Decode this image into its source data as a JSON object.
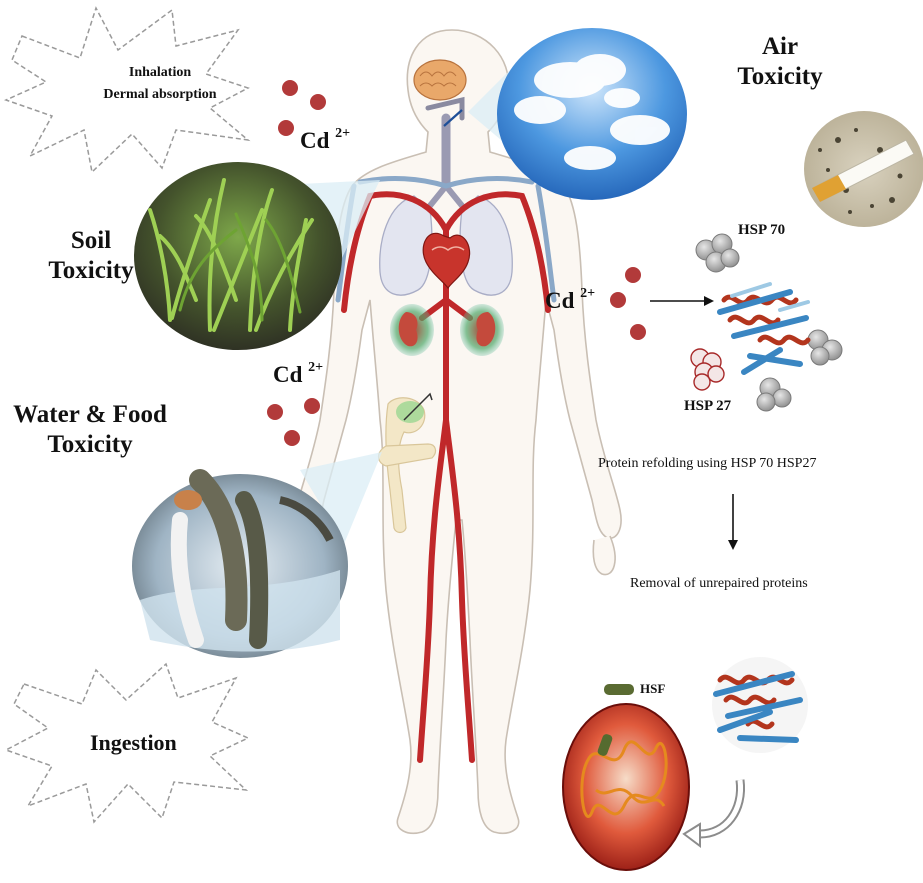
{
  "exposure_routes": {
    "inhalation": "Inhalation",
    "dermal": "Dermal absorption",
    "ingestion": "Ingestion"
  },
  "toxicity_sources": {
    "air_line1": "Air",
    "air_line2": "Toxicity",
    "soil_line1": "Soil",
    "soil_line2": "Toxicity",
    "water_line1": "Water & Food",
    "water_line2": "Toxicity"
  },
  "cadmium": {
    "symbol": "Cd",
    "charge": "2+"
  },
  "proteins": {
    "hsp70": "HSP 70",
    "hsp27": "HSP 27",
    "hsf": "HSF"
  },
  "process": {
    "refolding": "Protein refolding using HSP 70 HSP27",
    "removal": "Removal of unrepaired proteins"
  },
  "colors": {
    "cadmium_dot": "#b23a3a",
    "artery": "#c0282a",
    "vein": "#8aa8c8",
    "sky": "#2f7fd6",
    "nucleus": "#c8221c",
    "protein_red": "#b3351d",
    "protein_blue": "#3a86c2"
  }
}
